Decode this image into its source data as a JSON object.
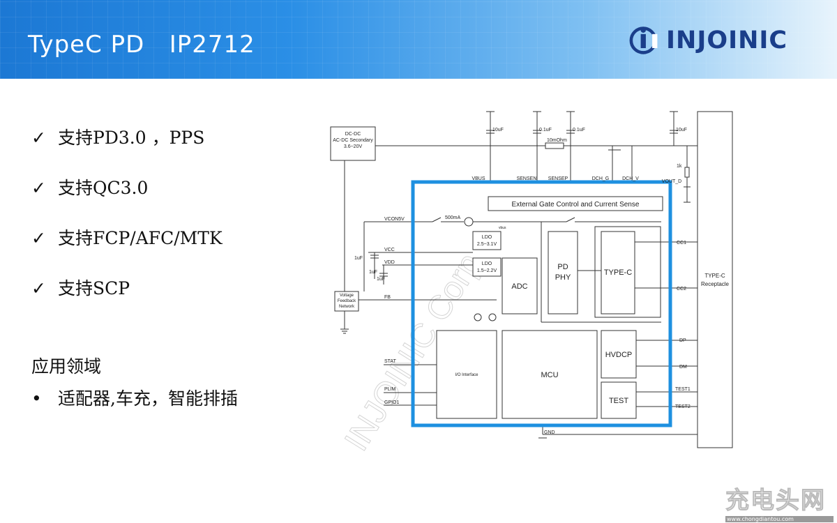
{
  "header": {
    "title": "TypeC PD   IP2712",
    "logo_text": "INJOINIC"
  },
  "features": [
    "支持PD3.0 ，PPS",
    "支持QC3.0",
    "支持FCP/AFC/MTK",
    "支持SCP"
  ],
  "check_glyph": "✓",
  "section_title": "应用领域",
  "application": "适配器,车充，智能排插",
  "bullet_glyph": "•",
  "diagram": {
    "dcdc": [
      "DC-DC",
      "AC-DC Secondary",
      "3.6~20V"
    ],
    "vfb": [
      "Voltage",
      "Feedback",
      "Network"
    ],
    "caps": [
      "10uF",
      "0.1uF",
      "0.1uF",
      "10uF",
      "1uF",
      "1uF",
      "1uF"
    ],
    "resistors": [
      "10mOhm",
      "1k"
    ],
    "pins_top": [
      "VBUS",
      "SENSEN",
      "SENSEP",
      "DCH_G",
      "DCH_V",
      "VOUT_D"
    ],
    "ext_gate": "External Gate Control and Current Sense",
    "pins_left": [
      "VCON5V",
      "VCC",
      "VDD",
      "FB",
      "STAT",
      "PLIM",
      "GPIO1"
    ],
    "current": "500mA",
    "vbus_small": "vbus",
    "ldo1": [
      "LDO",
      "2.5~3.1V"
    ],
    "ldo2": [
      "LDO",
      "1.5~2.2V"
    ],
    "adc": "ADC",
    "pdphy": [
      "PD",
      "PHY"
    ],
    "typec_block": "TYPE-C",
    "io": "I/O Interface",
    "mcu": "MCU",
    "hvdcp": "HVDCP",
    "test": "TEST",
    "pins_right": [
      "CC1",
      "CC2",
      "DP",
      "DM",
      "TEST1",
      "TEST2"
    ],
    "gnd": "GND",
    "receptacle": [
      "TYPE-C",
      "Receptacle"
    ],
    "watermark": "INJOINIC Corp"
  },
  "site_watermark": {
    "text": "充电头网",
    "url": "www.chongdiantou.com"
  },
  "colors": {
    "accent": "#1e90e0",
    "logo": "#1a3e8a"
  }
}
